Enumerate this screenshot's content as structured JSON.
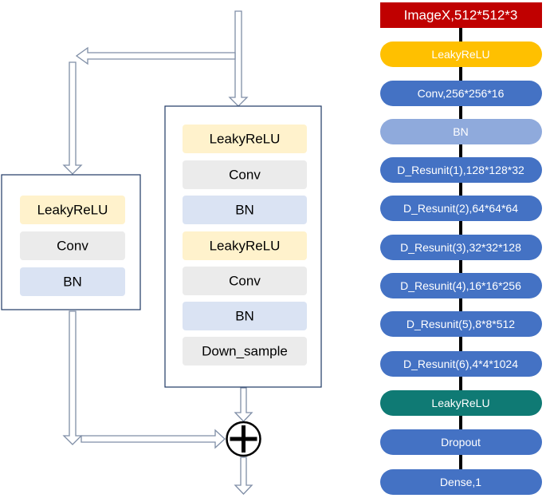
{
  "left_block": {
    "layers": [
      "LeakyReLU",
      "Conv",
      "BN"
    ]
  },
  "middle_block": {
    "layers": [
      "LeakyReLU",
      "Conv",
      "BN",
      "LeakyReLU",
      "Conv",
      "BN",
      "Down_sample"
    ]
  },
  "pipeline": {
    "steps": [
      "ImageX,512*512*3",
      "LeakyReLU",
      "Conv,256*256*16",
      "BN",
      "D_Resunit(1),128*128*32",
      "D_Resunit(2),64*64*64",
      "D_Resunit(3),32*32*128",
      "D_Resunit(4),16*16*256",
      "D_Resunit(5),8*8*512",
      "D_Resunit(6),4*4*1024",
      "LeakyReLU",
      "Dropout",
      "Dense,1"
    ]
  },
  "colors": {
    "leaky_fill": "#fff2cc",
    "conv_fill": "#ebebeb",
    "bn_fill": "#dae3f3",
    "input_red": "#c00000",
    "pipe_leaky_yellow": "#ffc000",
    "pipe_blue": "#4472c4",
    "pipe_light_blue": "#8faadc",
    "pipe_teal": "#0f7a74",
    "block_border": "#1f3864",
    "arrow_stroke": "#7f8ea6"
  }
}
